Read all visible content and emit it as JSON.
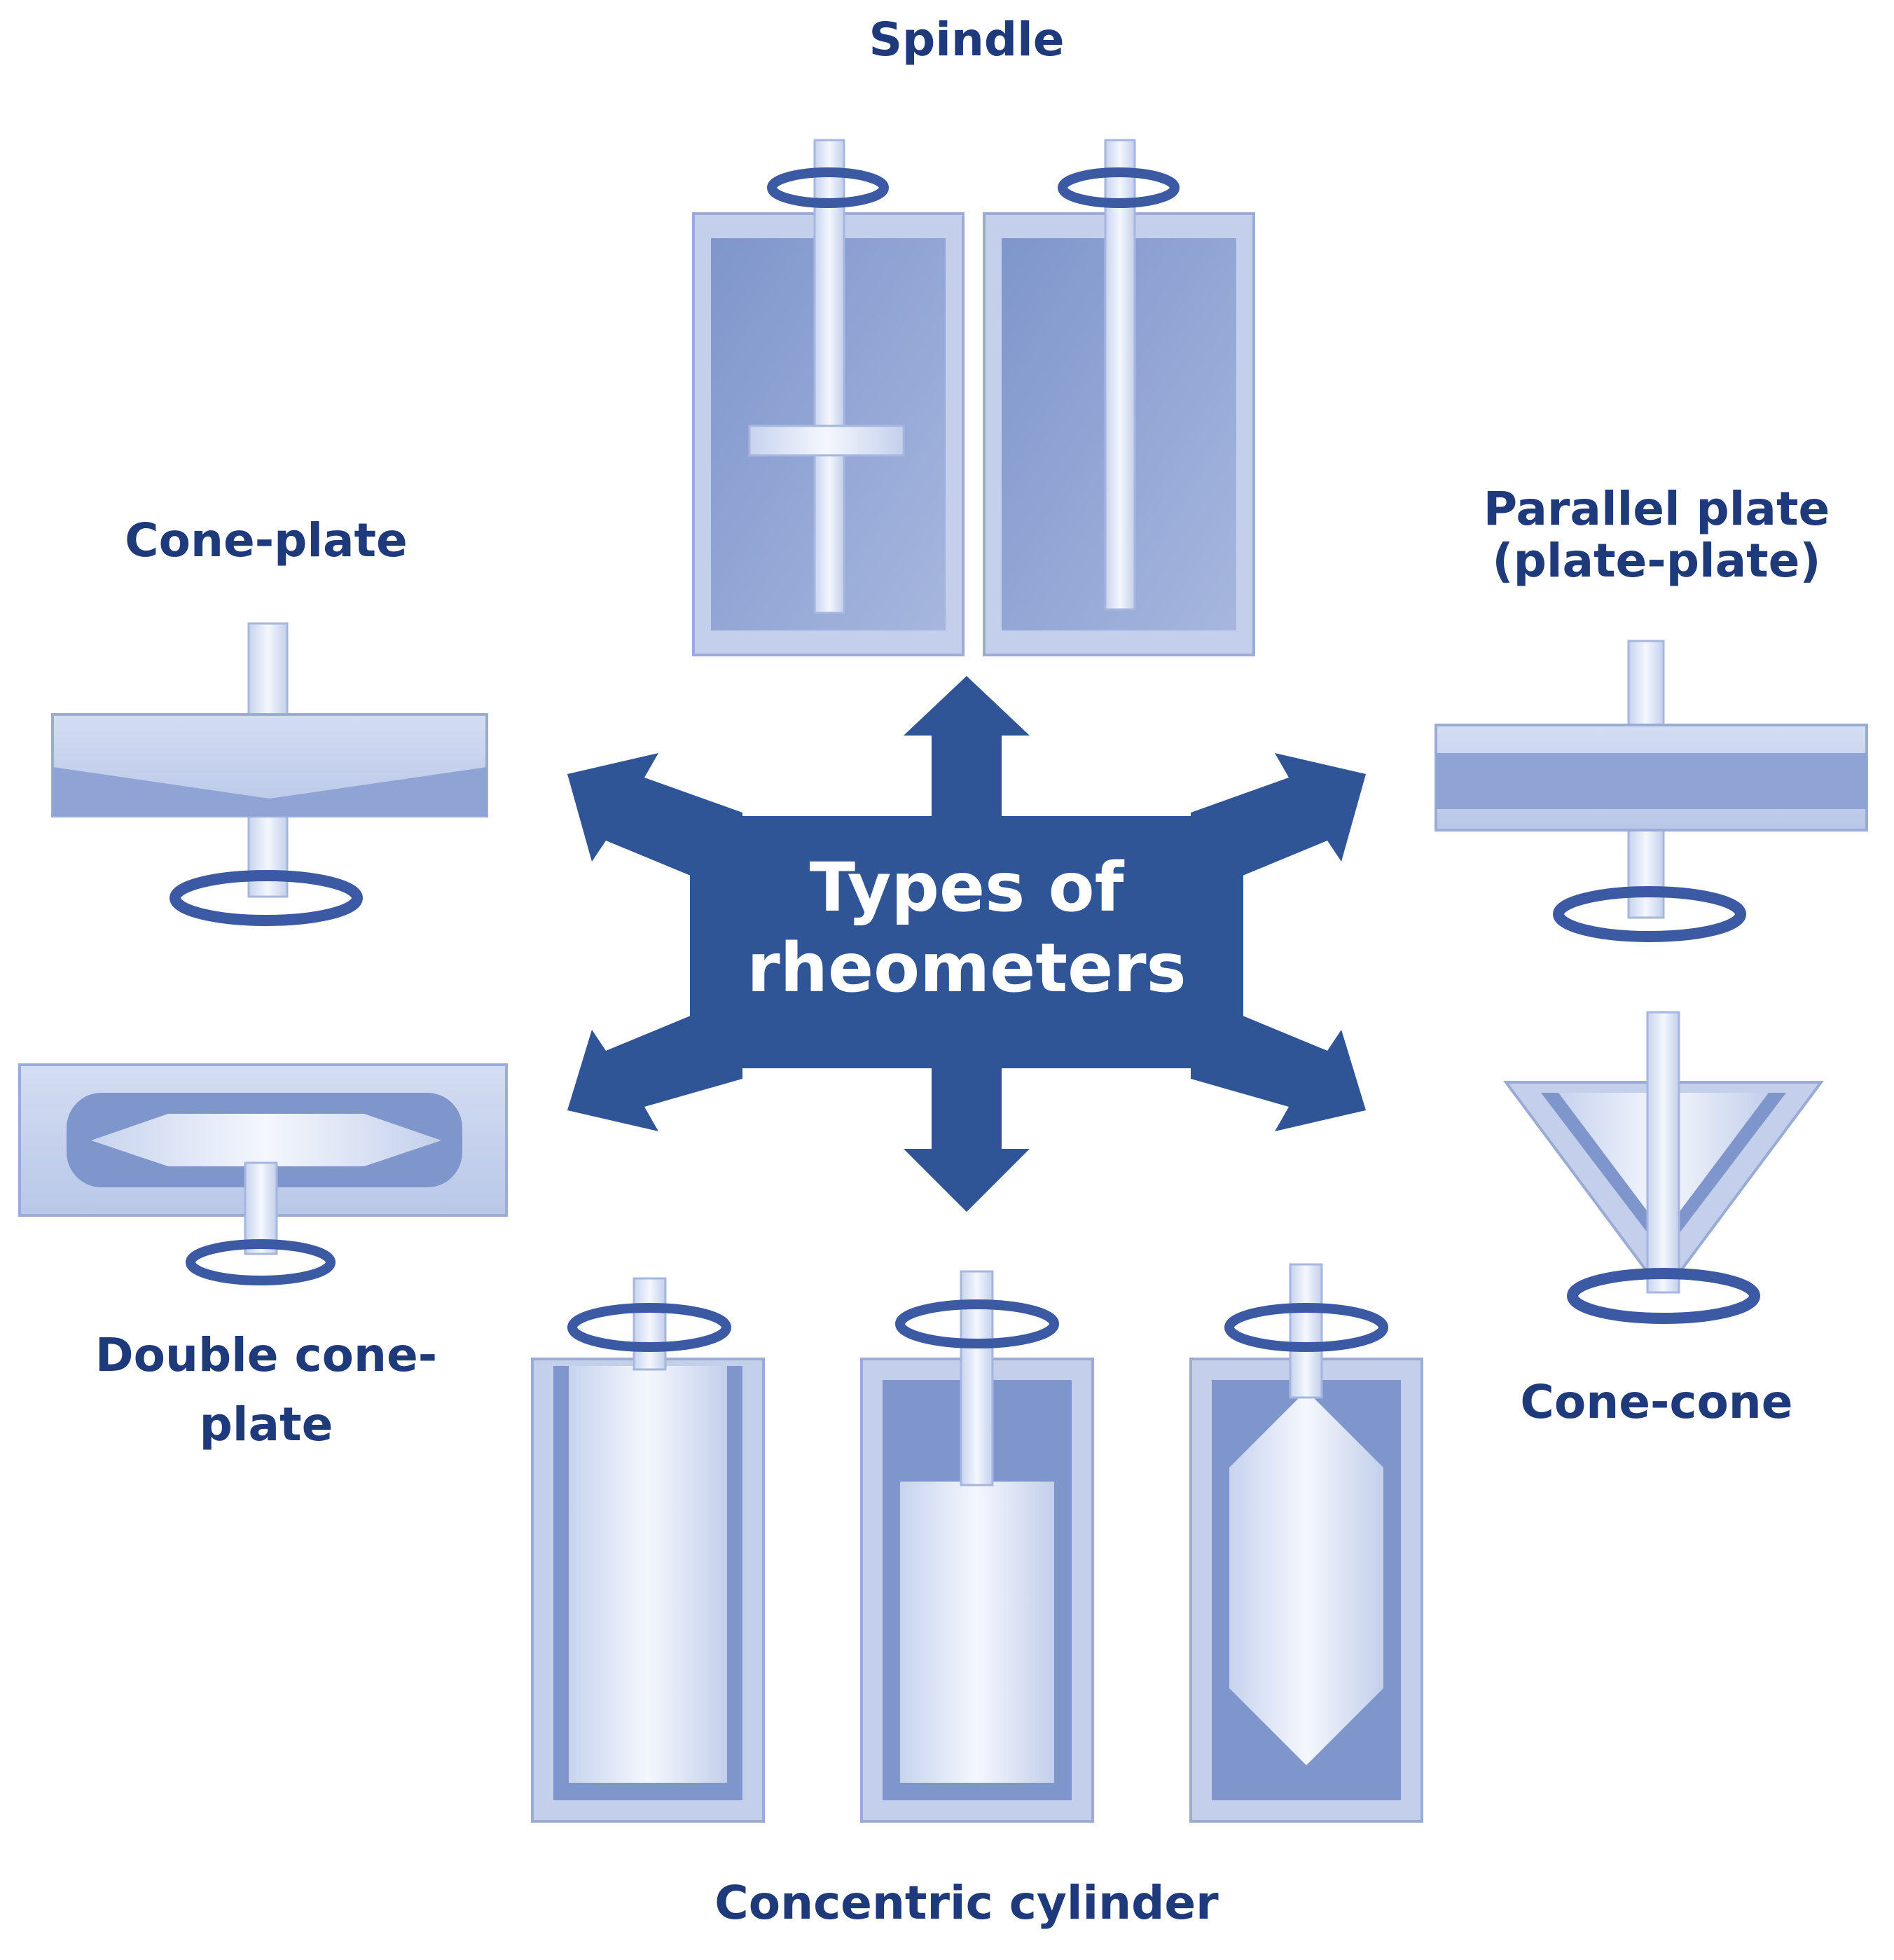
{
  "diagram": {
    "center_label": [
      "Types of",
      "rheometers"
    ],
    "types": {
      "spindle": [
        "Spindle"
      ],
      "parallel_plate": [
        "Parallel plate",
        "(plate-plate)"
      ],
      "cone_plate": [
        "Cone-plate"
      ],
      "double_cone_plate": [
        "Double cone-",
        "plate"
      ],
      "cone_cone": [
        "Cone-cone"
      ],
      "concentric_cylinder": [
        "Concentric cylinder"
      ]
    }
  },
  "colors": {
    "label": "#1f3a7a",
    "hub": "#2f5597",
    "fluid": "#8fa4d4",
    "fluid_dark": "#6f87c4",
    "container": "#c3cfeb",
    "container_edge": "#8ea0d0",
    "metal": "#e4eaf7",
    "arrow": "#3c5aa3"
  }
}
